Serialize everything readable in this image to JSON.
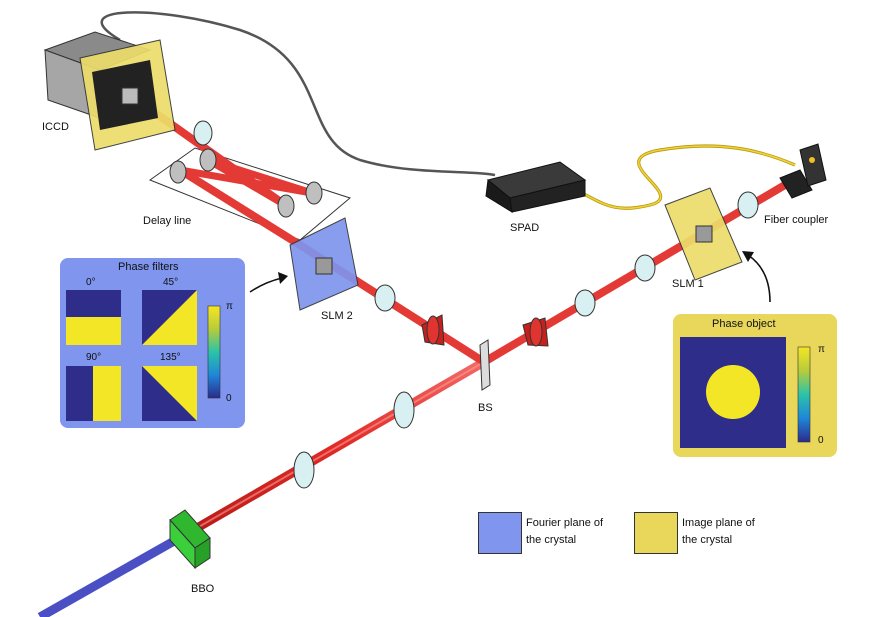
{
  "labels": {
    "iccd": "ICCD",
    "delay_line": "Delay line",
    "spad": "SPAD",
    "fiber_coupler": "Fiber coupler",
    "slm1": "SLM 1",
    "slm2": "SLM 2",
    "bs": "BS",
    "bbo": "BBO"
  },
  "phase_filters": {
    "title": "Phase filters",
    "angles": [
      "0°",
      "45°",
      "90°",
      "135°"
    ],
    "scale_max": "π",
    "scale_min": "0"
  },
  "phase_object": {
    "title": "Phase object",
    "scale_max": "π",
    "scale_min": "0"
  },
  "legend": {
    "fourier_line1": "Fourier plane of",
    "fourier_line2": "the crystal",
    "image_line1": "Image plane of",
    "image_line2": "the crystal"
  },
  "colors": {
    "beam_red": "#e8302c",
    "pump_blue": "#4a4fc4",
    "fourier_blue": "#7f95ee",
    "image_yellow": "#e9d75c",
    "phase_navy": "#2e2e8a",
    "phase_yellow": "#f3e626",
    "bbo_green": "#3ccf3c"
  }
}
